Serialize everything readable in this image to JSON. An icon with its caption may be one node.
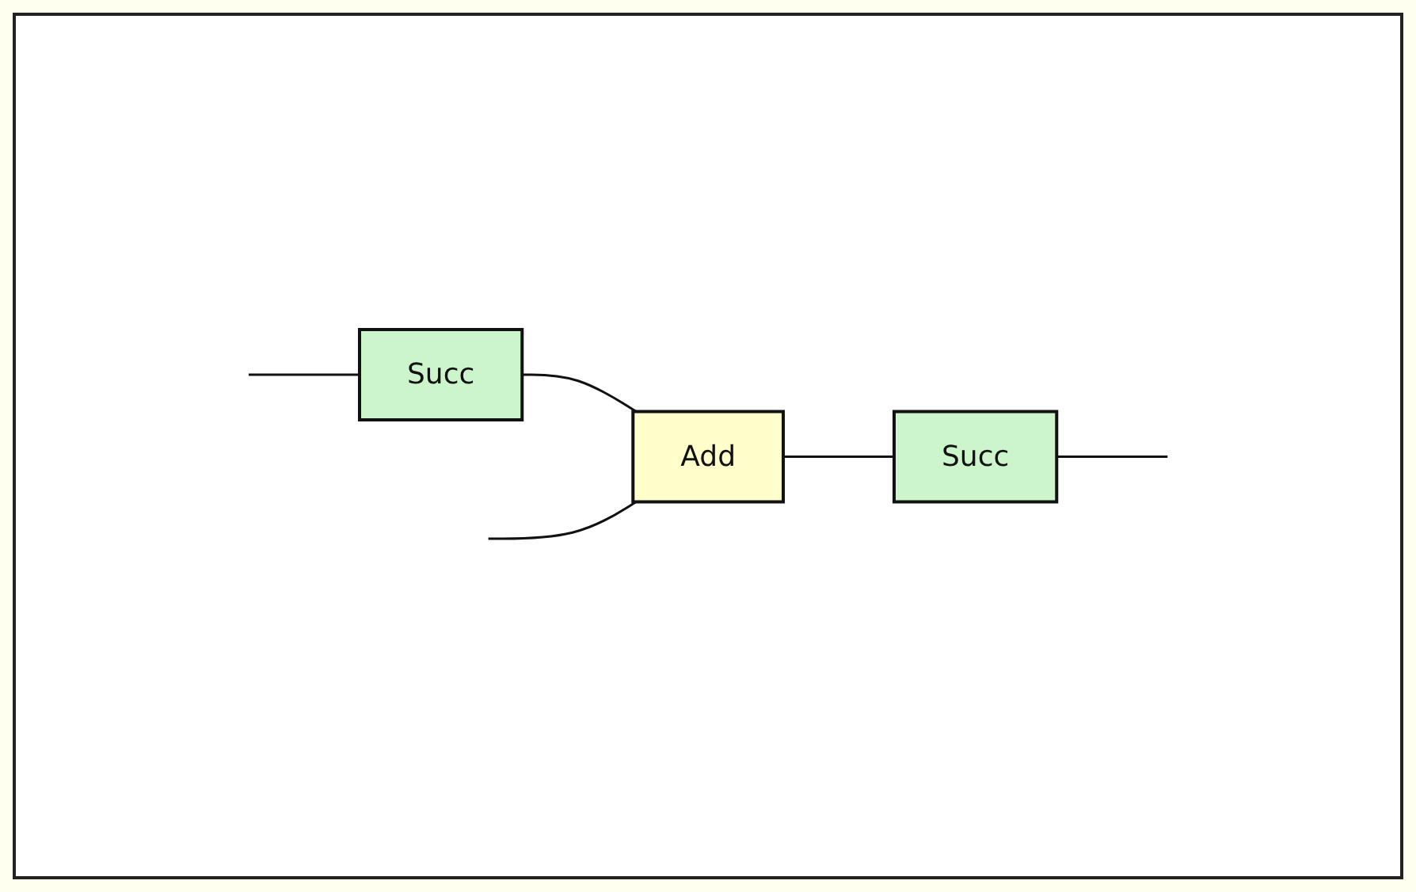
{
  "diagram": {
    "nodes": [
      {
        "text": [
          "Succ"
        ]
      },
      {
        "text": [
          "Add"
        ]
      },
      {
        "text": [
          "Succ"
        ]
      }
    ],
    "edges": [
      {
        "from": null,
        "to": 0,
        "arrow": "none"
      },
      {
        "from": 0,
        "to": 1,
        "arrow": "none"
      },
      {
        "from": null,
        "to": 1,
        "arrow": "none"
      },
      {
        "from": 1,
        "to": 2,
        "arrow": "none"
      },
      {
        "from": 2,
        "to": null,
        "arrow": "none"
      }
    ]
  }
}
